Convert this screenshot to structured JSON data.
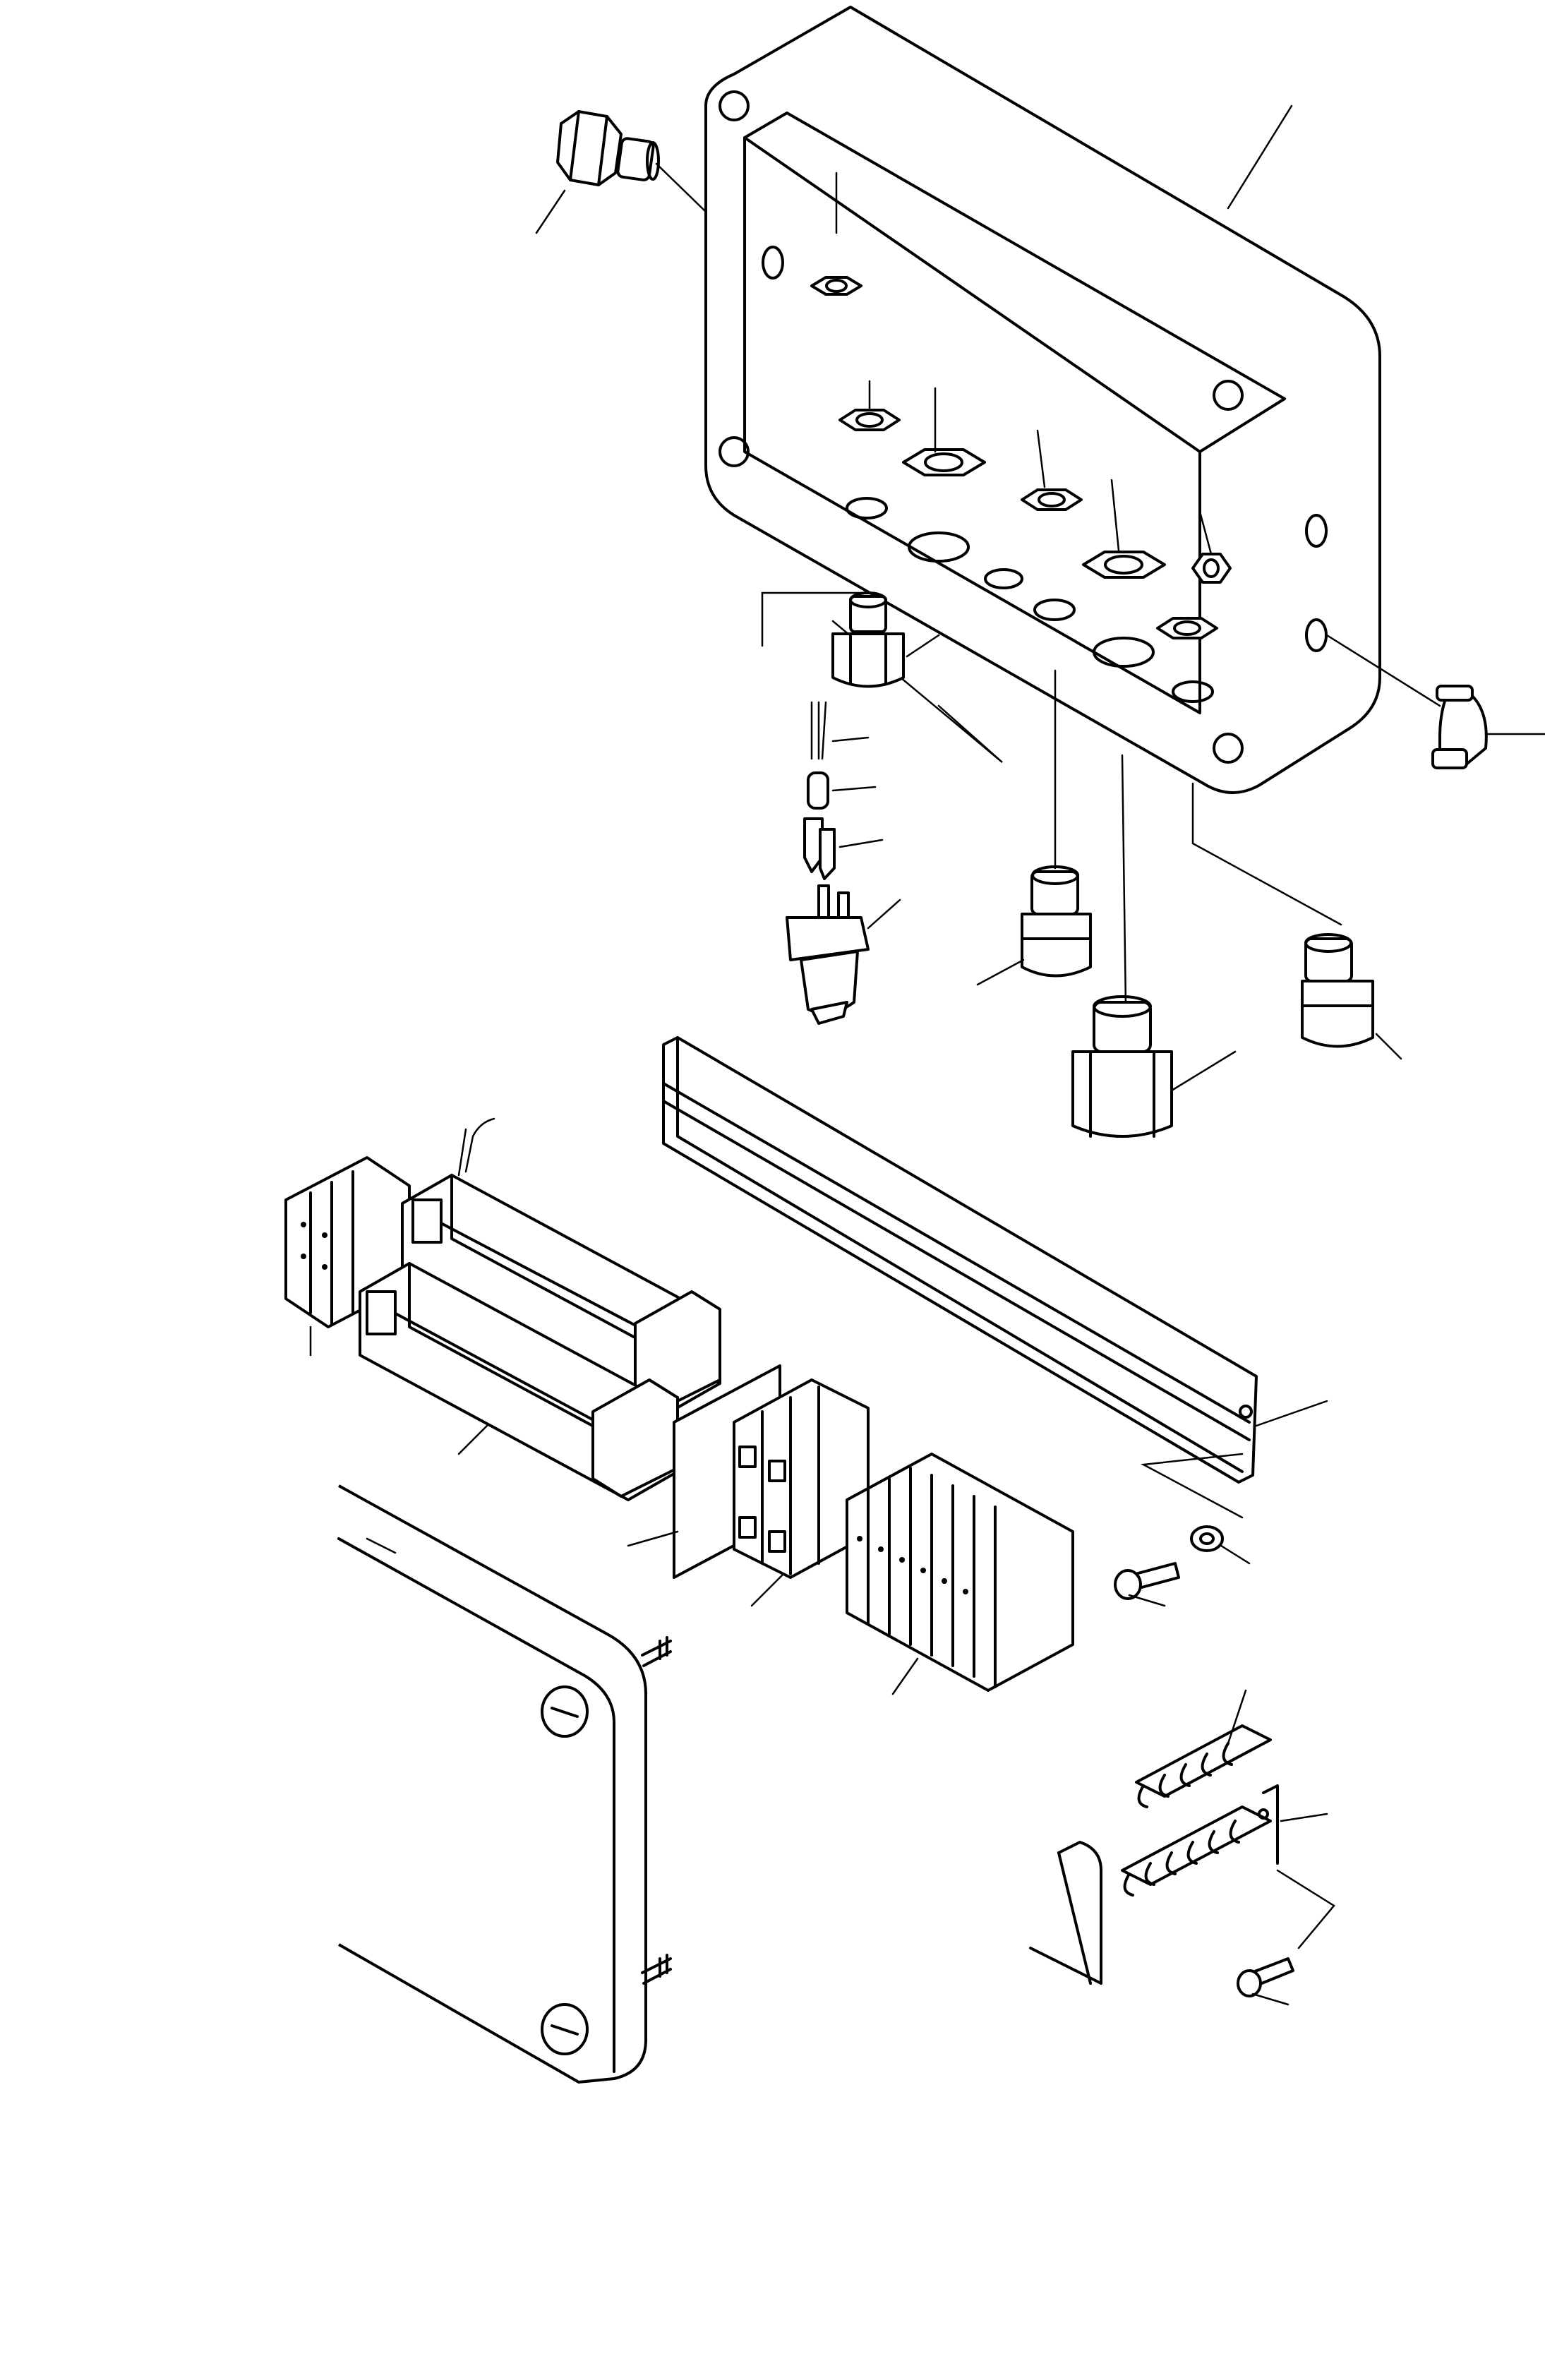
{
  "diagram": {
    "type": "exploded-parts-drawing",
    "text_labels": [],
    "parts": [
      "enclosure-box",
      "cable-gland-top-left",
      "lock-nut",
      "cable-gland",
      "elbow-fitting",
      "cable-wire",
      "ferrule",
      "flat-connector",
      "pressure-switch",
      "din-rail",
      "terminal-block",
      "relay-module",
      "end-plate",
      "fuse-holder",
      "washer",
      "screw",
      "enclosure-cover",
      "cover-screw",
      "jumper-comb",
      "mounting-bracket"
    ]
  }
}
